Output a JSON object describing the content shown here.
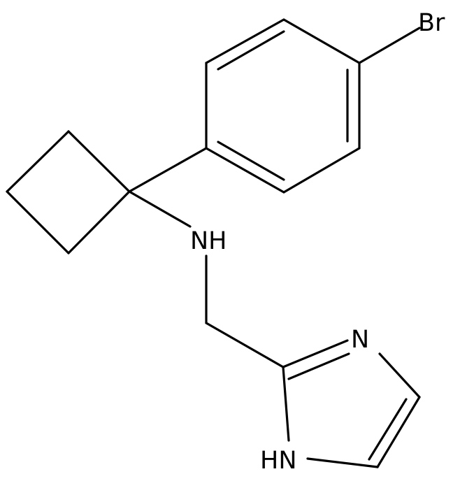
{
  "molecule": {
    "atom_labels": {
      "bromine": "Br",
      "amine": "NH",
      "imidazole_n": "N",
      "imidazole_nh": "HN"
    },
    "bond_color": "#000000",
    "background": "#ffffff"
  }
}
